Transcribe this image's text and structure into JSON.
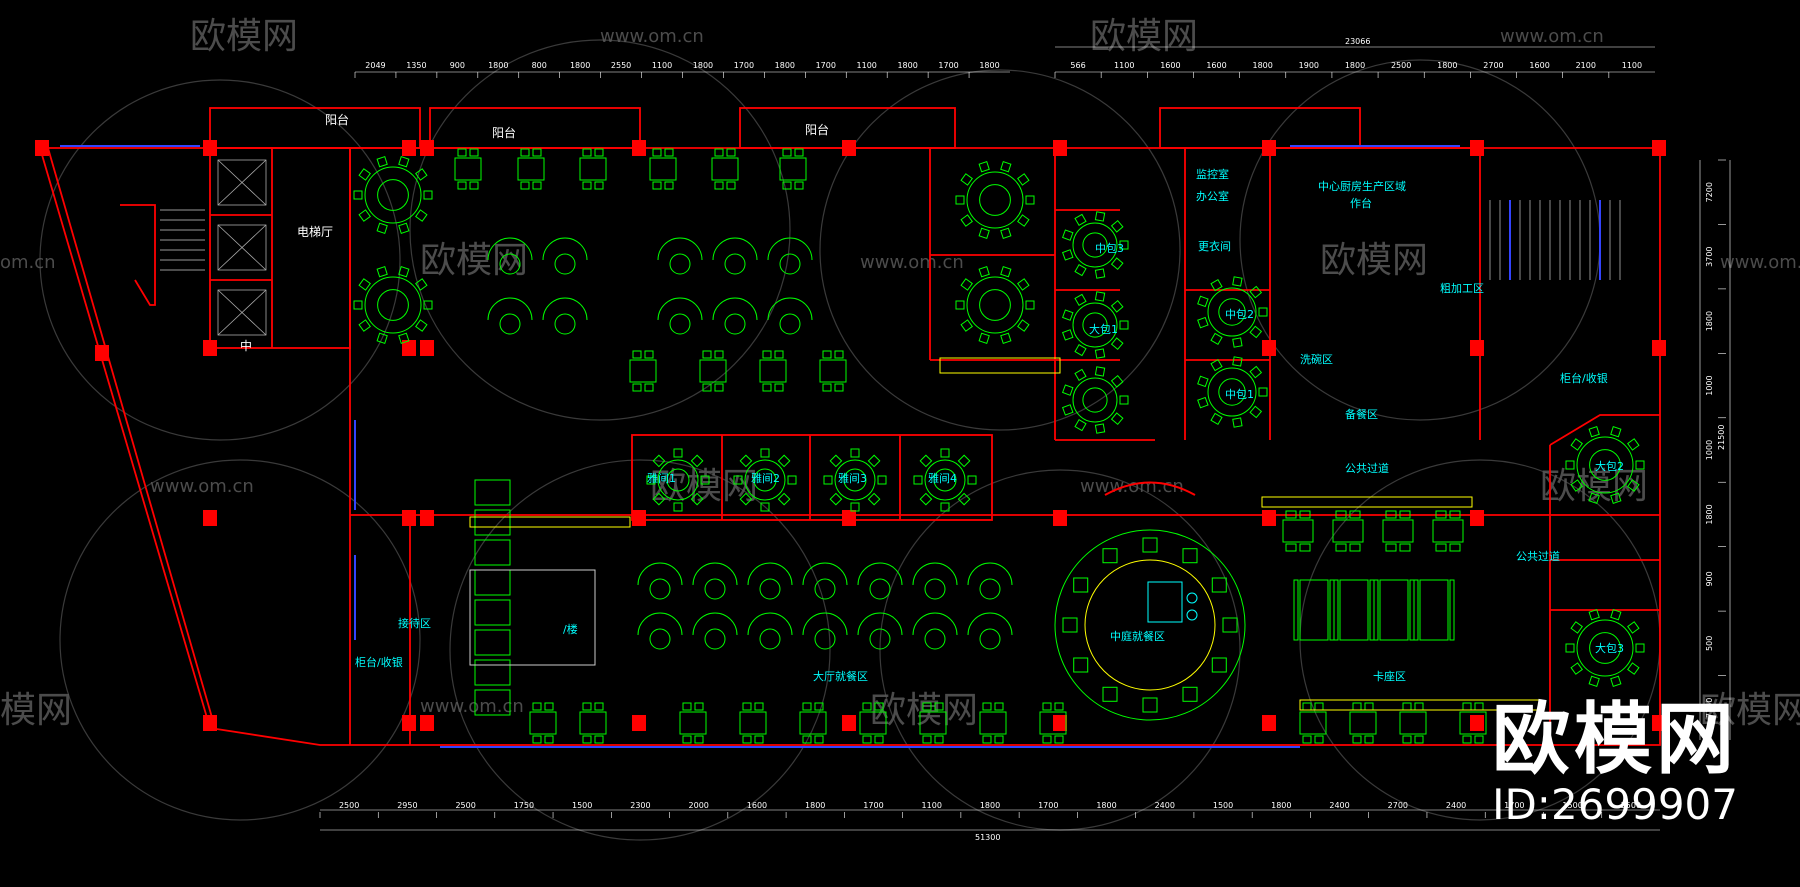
{
  "labels": {
    "balcony": "阳台",
    "elevator_hall": "电梯厅",
    "reception": "接待区",
    "cashier_left": "柜台/收银",
    "cashier_right": "柜台/收银",
    "main_hall": "大厅就餐区",
    "atrium": "中庭就餐区",
    "booth_area": "卡座区",
    "corridor_top": "公共过道",
    "corridor_right": "公共过道",
    "kitchen": "中心厨房生产区域",
    "console": "作台",
    "office": "办公室",
    "monitor": "监控室",
    "changing": "更衣间",
    "private_small_1": "中包1",
    "private_small_2": "中包2",
    "private_small_3": "中包3",
    "private_big_1": "大包1",
    "private_big_2": "大包2",
    "private_big_3": "大包3",
    "private_room_1": "雅间1",
    "private_room_2": "雅间2",
    "private_room_3": "雅间3",
    "private_room_4": "雅间4",
    "prep_area": "粗加工区",
    "dish_area": "洗碗区",
    "storage": "备餐区",
    "mid": "中",
    "slash": "/楼"
  },
  "dimensions": {
    "top_left": [
      "2049",
      "1350",
      "900",
      "1800",
      "800",
      "1800",
      "2550",
      "1100",
      "1800",
      "1700",
      "1800",
      "1700",
      "1100",
      "1800",
      "1700",
      "1800"
    ],
    "top_right": [
      "566",
      "1100",
      "1600",
      "1600",
      "1800",
      "1900",
      "1800",
      "2500",
      "1800",
      "2700",
      "1600",
      "2100",
      "1100"
    ],
    "top_total": "23066",
    "bottom": [
      "2500",
      "2950",
      "2500",
      "1750",
      "1500",
      "2300",
      "2000",
      "1600",
      "1800",
      "1700",
      "1100",
      "1800",
      "1700",
      "1800",
      "2400",
      "1500",
      "1800",
      "2400",
      "2700",
      "2400",
      "1700",
      "1500",
      "2500"
    ],
    "bottom_total": "51300",
    "right_total": "21500",
    "right_side": [
      "7200",
      "3700",
      "1800",
      "1000",
      "1000",
      "1800",
      "900",
      "500",
      "7750"
    ]
  },
  "watermarks": {
    "brand_cn": "欧模网",
    "url": "www.om.cn",
    "url_short": "om.cn",
    "brand_fragment": "模网"
  },
  "logo": {
    "name": "欧模网",
    "id": "ID:2699907"
  },
  "colors": {
    "wall": "#ff0000",
    "furniture": "#00ff00",
    "text": "#ffffff",
    "dimension": "#00ffff",
    "window": "#2222ff",
    "accent": "#ffff00"
  }
}
